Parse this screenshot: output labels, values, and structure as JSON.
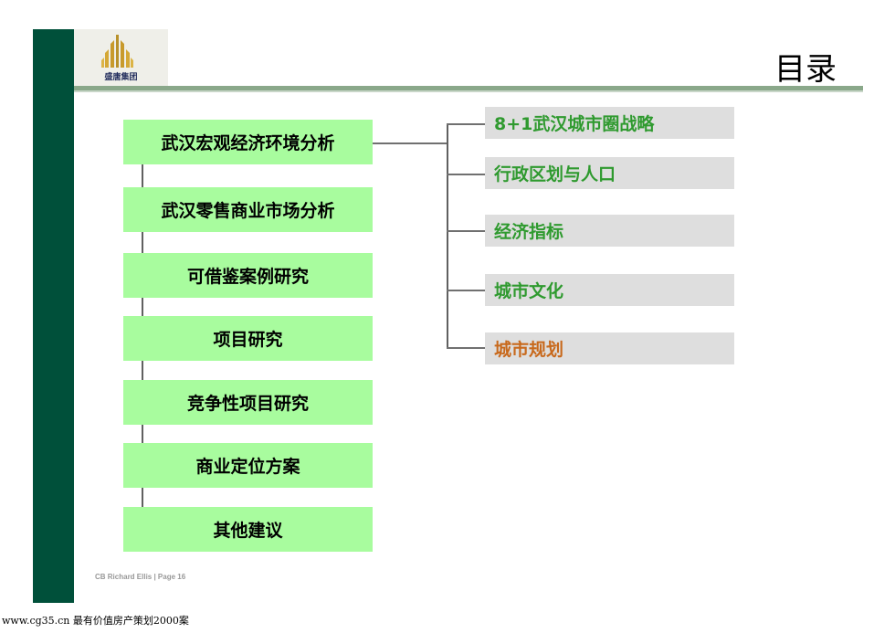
{
  "header": {
    "title": "目录",
    "logo_text": "盛唐集团"
  },
  "main_items": [
    {
      "label": "武汉宏观经济环境分析"
    },
    {
      "label": "武汉零售商业市场分析"
    },
    {
      "label": "可借鉴案例研究"
    },
    {
      "label": "项目研究"
    },
    {
      "label": "竞争性项目研究"
    },
    {
      "label": "商业定位方案"
    },
    {
      "label": "其他建议"
    }
  ],
  "sub_items": [
    {
      "label": "8+1武汉城市圈战略",
      "color": "#2f9a2f"
    },
    {
      "label": "行政区划与人口",
      "color": "#2f9a2f"
    },
    {
      "label": " 经济指标",
      "color": "#2f9a2f"
    },
    {
      "label": "城市文化",
      "color": "#2f9a2f"
    },
    {
      "label": "城市规划",
      "color": "#c8691c"
    }
  ],
  "footer": {
    "page_note": "CB Richard Ellis | Page 16",
    "bottom_note": "www.cg35.cn 最有价值房产策划2000案"
  },
  "colors": {
    "sidebar": "#00503a",
    "box_fill": "#a8fc9e",
    "sub_fill": "#dedede"
  }
}
